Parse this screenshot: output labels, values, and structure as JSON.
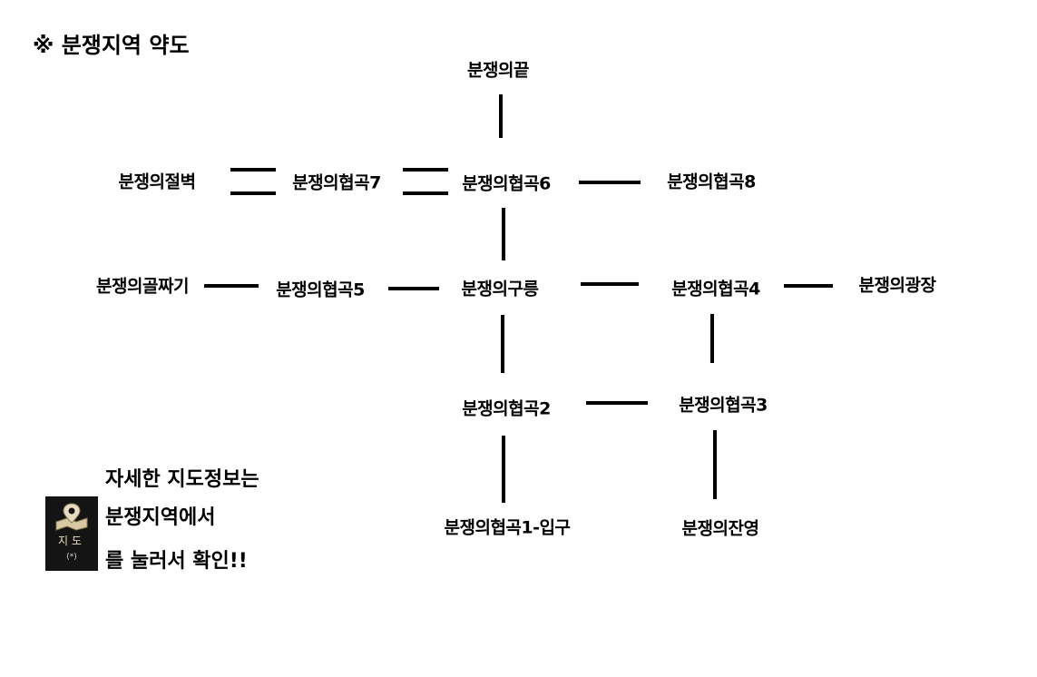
{
  "title": "※ 분쟁지역 약도",
  "nodes": {
    "end": "분쟁의끝",
    "cliff": "분쟁의절벽",
    "canyon7": "분쟁의협곡7",
    "canyon6": "분쟁의협곡6",
    "canyon8": "분쟁의협곡8",
    "alley": "분쟁의골짜기",
    "canyon5": "분쟁의협곡5",
    "hill": "분쟁의구릉",
    "canyon4": "분쟁의협곡4",
    "plaza": "분쟁의광장",
    "canyon2": "분쟁의협곡2",
    "canyon3": "분쟁의협곡3",
    "canyon1": "분쟁의협곡1-입구",
    "remnant": "분쟁의잔영"
  },
  "info": {
    "line1": "자세한 지도정보는",
    "line2": "분쟁지역에서",
    "line3": "를 눌러서 확인!!"
  },
  "map_button": {
    "label": "지도",
    "shortcut": "(*)"
  }
}
